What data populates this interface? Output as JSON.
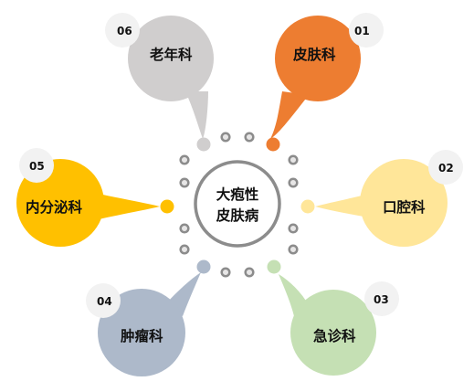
{
  "center": {
    "line1": "大疱性",
    "line2": "皮肤病"
  },
  "departments": [
    {
      "number": "01",
      "label": "皮肤科",
      "color": "#ED7D31"
    },
    {
      "number": "02",
      "label": "口腔科",
      "color": "#FFE699"
    },
    {
      "number": "03",
      "label": "急诊科",
      "color": "#C5E0B4"
    },
    {
      "number": "04",
      "label": "肿瘤科",
      "color": "#ADB9CA"
    },
    {
      "number": "05",
      "label": "内分泌科",
      "color": "#FFC000"
    },
    {
      "number": "06",
      "label": "老年科",
      "color": "#D0CECE"
    }
  ],
  "colors": {
    "ring": "#8C8C8C",
    "bead_fill": "#E7E6E6",
    "bead_stroke": "#8C8C8C",
    "badge": "#F2F2F2"
  }
}
